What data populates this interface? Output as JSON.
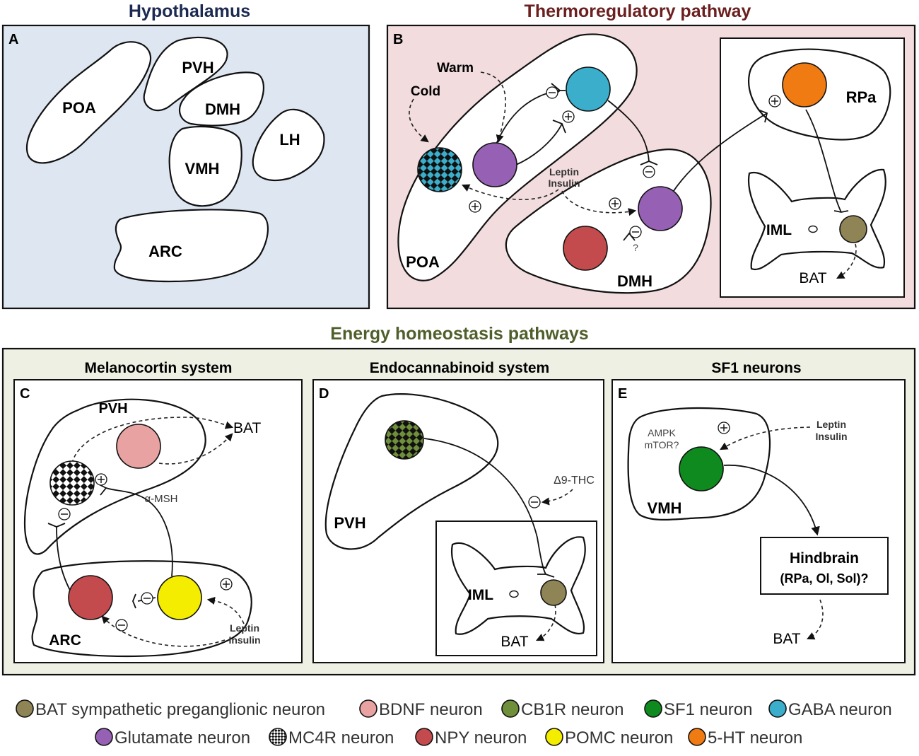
{
  "headers": {
    "hypothalamus": "Hypothalamus",
    "thermoregulatory": "Thermoregulatory pathway",
    "energy": "Energy homeostasis pathways",
    "melanocortin": "Melanocortin system",
    "endocannabinoid": "Endocannabinoid system",
    "sf1": "SF1 neurons"
  },
  "panel_letters": {
    "a": "A",
    "b": "B",
    "c": "C",
    "d": "D",
    "e": "E"
  },
  "panel_a": {
    "poa": "POA",
    "pvh": "PVH",
    "dmh": "DMH",
    "lh": "LH",
    "vmh": "VMH",
    "arc": "ARC"
  },
  "panel_b": {
    "warm": "Warm",
    "cold": "Cold",
    "leptin": "Leptin",
    "insulin": "Insulin",
    "poa": "POA",
    "dmh": "DMH",
    "rpa": "RPa",
    "iml": "IML",
    "bat": "BAT",
    "question": "?"
  },
  "panel_c": {
    "pvh": "PVH",
    "bat": "BAT",
    "amsh": "α-MSH",
    "arc": "ARC",
    "leptin": "Leptin",
    "insulin": "Insulin"
  },
  "panel_d": {
    "pvh": "PVH",
    "thc": "Δ9-THC",
    "iml": "IML",
    "bat": "BAT"
  },
  "panel_e": {
    "ampk": "AMPK",
    "mtor": "mTOR?",
    "leptin": "Leptin",
    "insulin": "Insulin",
    "vmh": "VMH",
    "hindbrain": "Hindbrain",
    "hindbrain_sub": "(RPa, Ol, Sol)?",
    "bat": "BAT"
  },
  "legend": [
    {
      "label": "BAT sympathetic preganglionic neuron",
      "color": "#8e8455"
    },
    {
      "label": "BDNF neuron",
      "color": "#e8a2a2"
    },
    {
      "label": "CB1R neuron",
      "color": "#6f8f3a"
    },
    {
      "label": "SF1 neuron",
      "color": "#0e8a1f"
    },
    {
      "label": "GABA neuron",
      "color": "#3aaecb"
    },
    {
      "label": "Glutamate neuron",
      "color": "#9660b4"
    },
    {
      "label": "MC4R neuron",
      "color": "checker"
    },
    {
      "label": "NPY neuron",
      "color": "#c34b4e"
    },
    {
      "label": "POMC neuron",
      "color": "#f5ed00"
    },
    {
      "label": "5-HT neuron",
      "color": "#f07b12"
    }
  ],
  "colors": {
    "panel_a_bg": "#dde6f1",
    "panel_b_bg": "#f2dcdd",
    "energy_bg": "#eef0e3",
    "hypothalamus_title": "#1c2a52",
    "thermo_title": "#6b1f1f",
    "energy_title": "#4f5e2a"
  }
}
